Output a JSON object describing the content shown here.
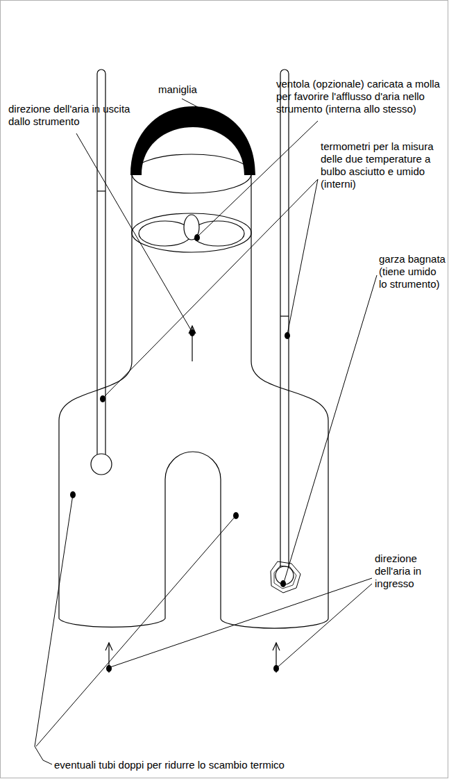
{
  "diagram": {
    "labels": [
      "maniglia",
      "ventola (opzionale) caricata a molla per favorire l'afflusso d'aria nello strumento (interna allo stesso)",
      "direzione dell'aria in uscita dallo strumento",
      "termometri per la misura delle due temperature a bulbo asciutto e umido (interni)",
      "garza bagnata (tiene umido lo strumento)",
      "direzione dell'aria in ingresso",
      "eventuali tubi doppi per ridurre lo scambio termico"
    ]
  }
}
